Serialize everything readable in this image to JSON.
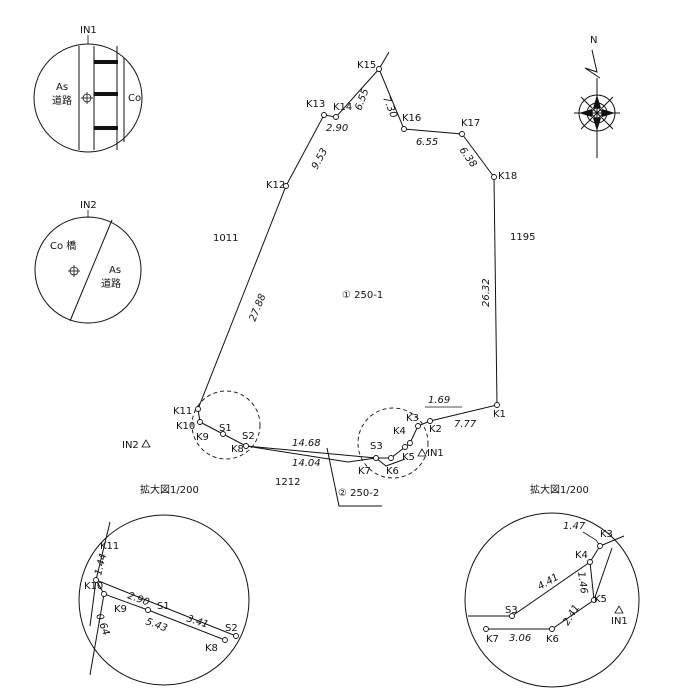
{
  "inset_top": {
    "title": "IN1",
    "left_label_1": "As",
    "left_label_2": "道路",
    "right_label": "Co"
  },
  "inset_mid": {
    "title": "IN2",
    "left_label": "Co 橋",
    "right_label_1": "As",
    "right_label_2": "道路"
  },
  "compass": {
    "north": "N"
  },
  "parcels": {
    "main_id": "① 250-1",
    "sub_id": "② 250-2",
    "nbr_1011": "1011",
    "nbr_1195": "1195",
    "nbr_1212": "1212"
  },
  "points": {
    "K1": "K1",
    "K2": "K2",
    "K3": "K3",
    "K4": "K4",
    "K5": "K5",
    "K6": "K6",
    "K7": "K7",
    "K8": "K8",
    "K9": "K9",
    "K10": "K10",
    "K11": "K11",
    "K12": "K12",
    "K13": "K13",
    "K14": "K14",
    "K15": "K15",
    "K16": "K16",
    "K17": "K17",
    "K18": "K18",
    "S1": "S1",
    "S2": "S2",
    "S3": "S3",
    "IN1": "IN1",
    "IN2": "IN2"
  },
  "measurements": {
    "m_2_90": "2.90",
    "m_9_53": "9.53",
    "m_6_55_a": "6.55",
    "m_7_30": "7.30",
    "m_6_55_b": "6.55",
    "m_6_38": "6.38",
    "m_26_32": "26.32",
    "m_27_88": "27.88",
    "m_1_69": "1.69",
    "m_7_77": "7.77",
    "m_14_68": "14.68",
    "m_14_04": "14.04"
  },
  "enlarged_left": {
    "title": "拡大図1/200",
    "K11": "K11",
    "K10": "K10",
    "K9": "K9",
    "S1": "S1",
    "S2": "S2",
    "K8": "K8",
    "m_1_44": "1.44",
    "m_0_64": "0.64",
    "m_2_90": "2.90",
    "m_5_43": "5.43",
    "m_3_41": "3.41"
  },
  "enlarged_right": {
    "title": "拡大図1/200",
    "K3": "K3",
    "K4": "K4",
    "K5": "K5",
    "S3": "S3",
    "K7": "K7",
    "K6": "K6",
    "IN1": "IN1",
    "m_1_47": "1.47",
    "m_4_41": "4.41",
    "m_1_46": "1.46",
    "m_2_41": "2.41",
    "m_3_06": "3.06"
  }
}
